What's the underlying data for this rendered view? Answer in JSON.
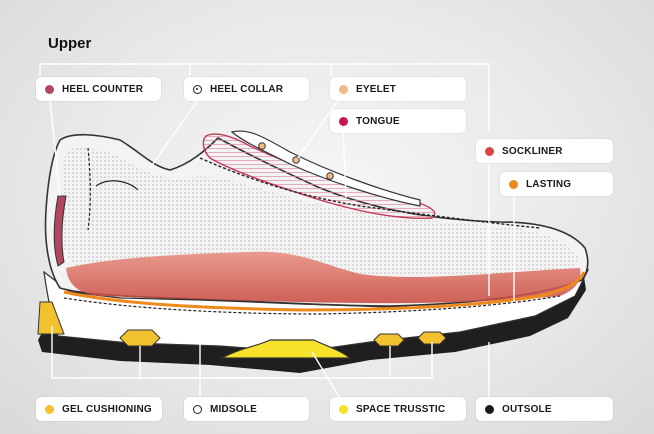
{
  "title": "Upper",
  "labels": {
    "heel_counter": {
      "text": "HEEL COUNTER",
      "color": "#b24660"
    },
    "heel_collar": {
      "text": "HEEL COLLAR",
      "color": "#222222"
    },
    "eyelet": {
      "text": "EYELET",
      "color": "#f3b886"
    },
    "tongue": {
      "text": "TONGUE",
      "color": "#c8174a"
    },
    "sockliner": {
      "text": "SOCKLINER",
      "color": "#d9473f"
    },
    "lasting": {
      "text": "LASTING",
      "color": "#ee8a1c"
    },
    "gel_cushioning": {
      "text": "GEL CUSHIONING",
      "color": "#f2c12e"
    },
    "midsole": {
      "text": "MIDSOLE",
      "color": "#ffffff"
    },
    "space_trusstic": {
      "text": "SPACE TRUSSTIC",
      "color": "#f6e22a"
    },
    "outsole": {
      "text": "OUTSOLE",
      "color": "#1a1a1a"
    }
  }
}
